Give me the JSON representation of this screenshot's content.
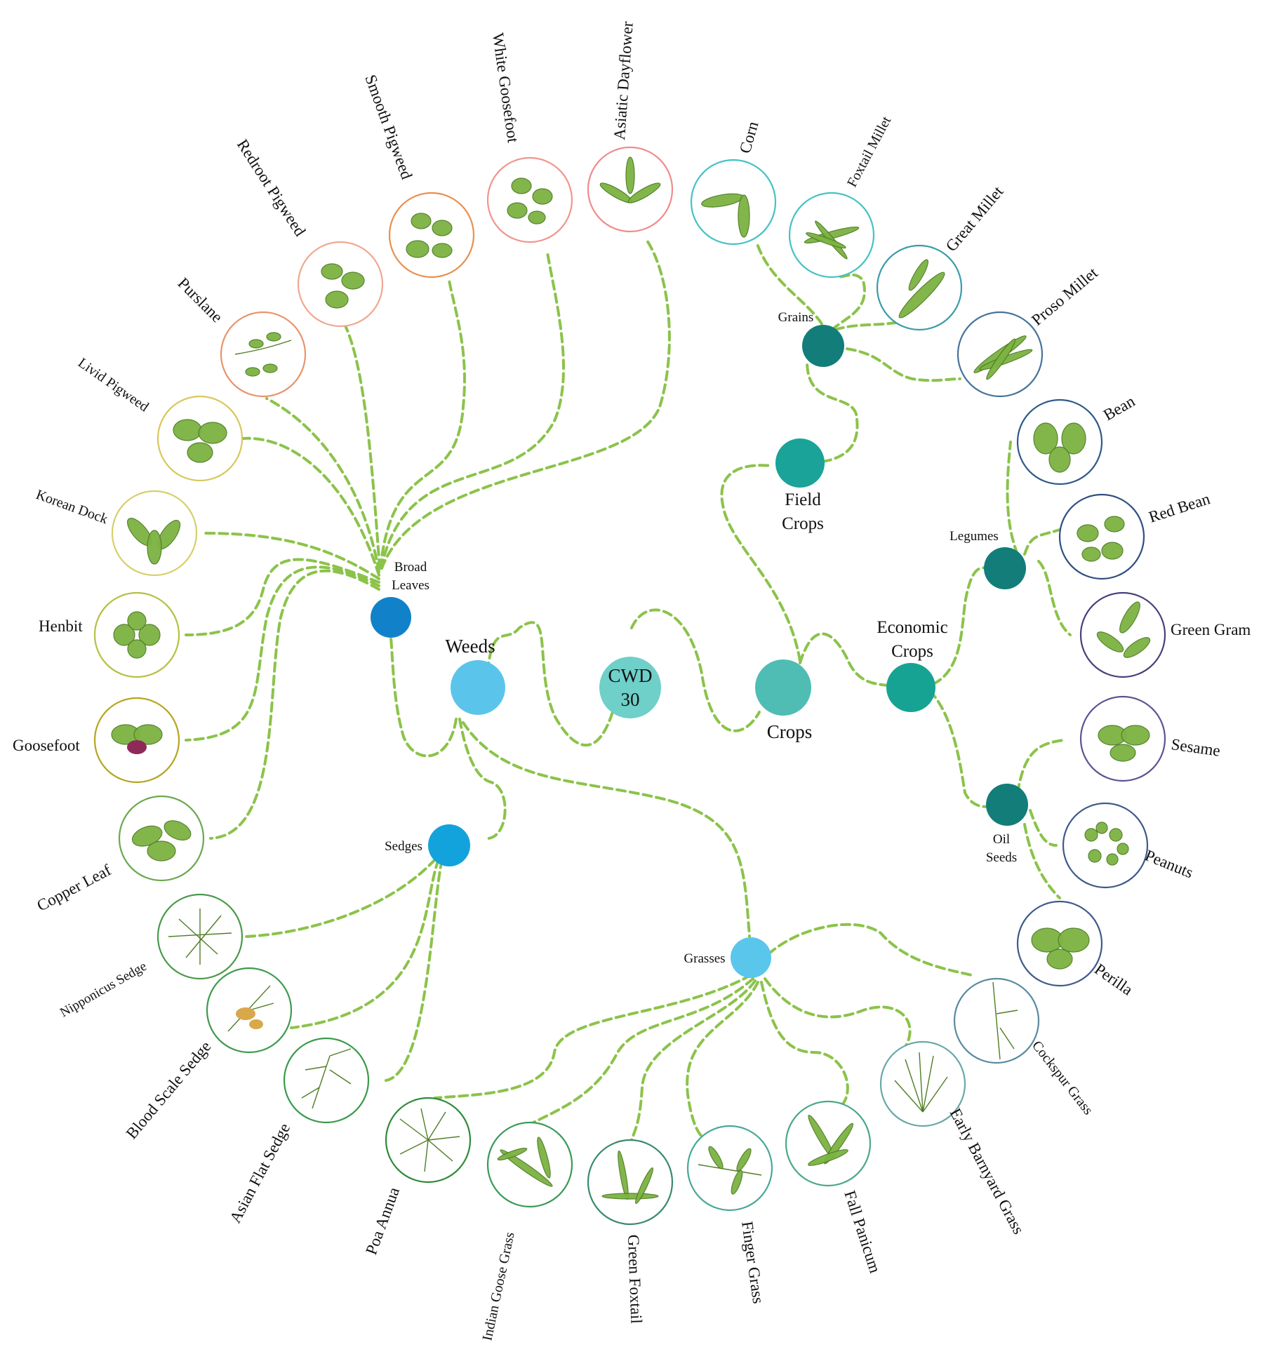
{
  "root": {
    "label_line1": "CWD",
    "label_line2": "30",
    "color": "#6fcfc9"
  },
  "categories": {
    "weeds": {
      "label": "Weeds",
      "color": "#5bc4ea"
    },
    "crops": {
      "label": "Crops",
      "color": "#4fbdb3"
    }
  },
  "subgroups": {
    "broad_leaves": {
      "label_line1": "Broad",
      "label_line2": "Leaves",
      "color": "#1182c9"
    },
    "sedges": {
      "label": "Sedges",
      "color": "#12a3dc"
    },
    "grasses": {
      "label": "Grasses",
      "color": "#5ac6ec"
    },
    "field_crops": {
      "label_line1": "Field",
      "label_line2": "Crops",
      "color": "#1aa398"
    },
    "economic_crops": {
      "label_line1": "Economic",
      "label_line2": "Crops",
      "color": "#17a394"
    },
    "grains": {
      "label": "Grains",
      "color": "#127d79"
    },
    "legumes": {
      "label": "Legumes",
      "color": "#127d79"
    },
    "oil_seeds": {
      "label_line1": "Oil",
      "label_line2": "Seeds",
      "color": "#127d79"
    }
  },
  "leaves": {
    "copper_leaf": "Copper Leaf",
    "goosefoot": "Goosefoot",
    "henbit": "Henbit",
    "korean_dock": "Korean Dock",
    "livid_pigweed": "Livid Pigweed",
    "purslane": "Purslane",
    "redroot_pigweed": "Redroot Pigweed",
    "smooth_pigweed": "Smooth Pigweed",
    "white_goosefoot": "White Goosefoot",
    "asiatic_dayflower": "Asiatic Dayflower",
    "corn": "Corn",
    "foxtail_millet": "Foxtail Millet",
    "great_millet": "Great Millet",
    "proso_millet": "Proso Millet",
    "bean": "Bean",
    "red_bean": "Red Bean",
    "green_gram": "Green Gram",
    "sesame": "Sesame",
    "peanuts": "Peanuts",
    "perilla": "Perilla",
    "cockspur_grass": "Cockspur Grass",
    "early_barnyard_grass": "Early Barnyard Grass",
    "fall_panicum": "Fall Panicum",
    "finger_grass": "Finger Grass",
    "green_foxtail": "Green Foxtail",
    "indian_goose_grass": "Indian Goose Grass",
    "poa_annua": "Poa Annua",
    "asian_flat_sedge": "Asian Flat Sedge",
    "blood_scale_sedge": "Blood Scale Sedge",
    "nipponicus_sedge": "Nipponicus Sedge"
  },
  "colors": {
    "link": "#8bc34a",
    "leaf_green": "#7cb342"
  }
}
